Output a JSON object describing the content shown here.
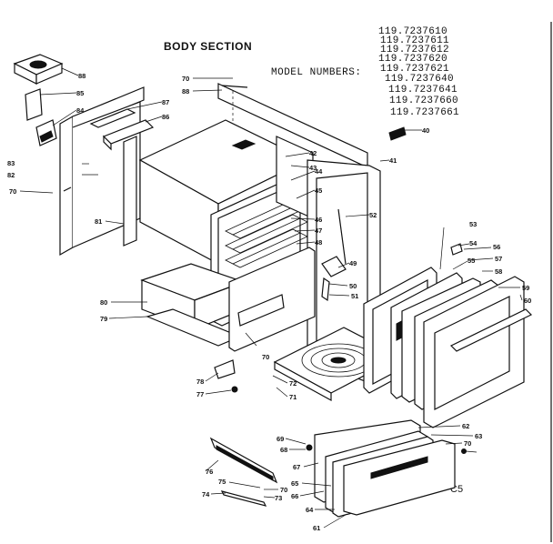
{
  "title": "BODY SECTION",
  "model_label": "MODEL NUMBERS:",
  "model_numbers": [
    "119.7237610",
    "119.7237611",
    "119.7237612",
    "119.7237620",
    "119.7237621",
    "119.7237640",
    "119.7237641",
    "119.7237660",
    "119.7237661"
  ],
  "code": "C5",
  "part_numbers": [
    "88",
    "85",
    "84",
    "83",
    "82",
    "70",
    "81",
    "87",
    "86",
    "70",
    "88",
    "42",
    "43",
    "44",
    "45",
    "46",
    "47",
    "48",
    "49",
    "50",
    "51",
    "52",
    "40",
    "41",
    "53",
    "54",
    "55",
    "56",
    "57",
    "58",
    "59",
    "60",
    "80",
    "79",
    "70",
    "72",
    "71",
    "78",
    "77",
    "76",
    "75",
    "74",
    "73",
    "70",
    "69",
    "68",
    "67",
    "66",
    "65",
    "64",
    "61",
    "62",
    "63",
    "70"
  ]
}
